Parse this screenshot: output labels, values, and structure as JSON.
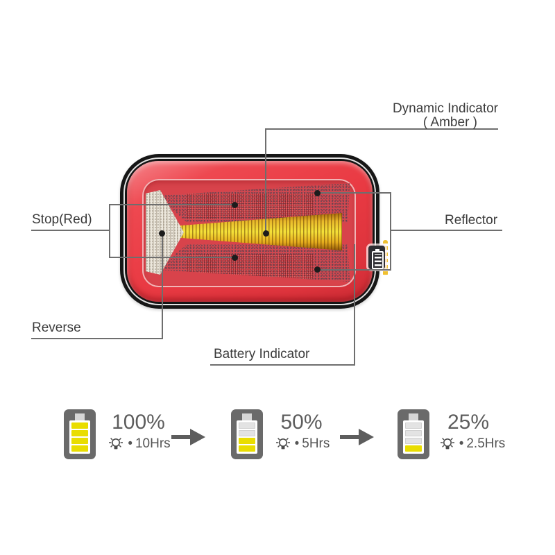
{
  "lamp_labels": {
    "dynamic_indicator_line1": "Dynamic Indicator",
    "dynamic_indicator_line2": "( Amber )",
    "stop": "Stop(Red)",
    "reflector": "Reflector",
    "reverse": "Reverse",
    "battery_indicator": "Battery Indicator"
  },
  "battery_sequence": {
    "separator": "•",
    "stages": [
      {
        "percent": "100%",
        "runtime": "10Hrs",
        "bars_filled": 4,
        "bars_total": 4
      },
      {
        "percent": "50%",
        "runtime": "5Hrs",
        "bars_filled": 2,
        "bars_total": 4
      },
      {
        "percent": "25%",
        "runtime": "2.5Hrs",
        "bars_filled": 1,
        "bars_total": 4
      }
    ]
  },
  "colors": {
    "lamp_red": "#e93a43",
    "amber": "#f5e23a",
    "bar_yellow": "#e9dd00",
    "leader_gray": "#6e6e6e",
    "text_dark": "#3b3b3b"
  }
}
